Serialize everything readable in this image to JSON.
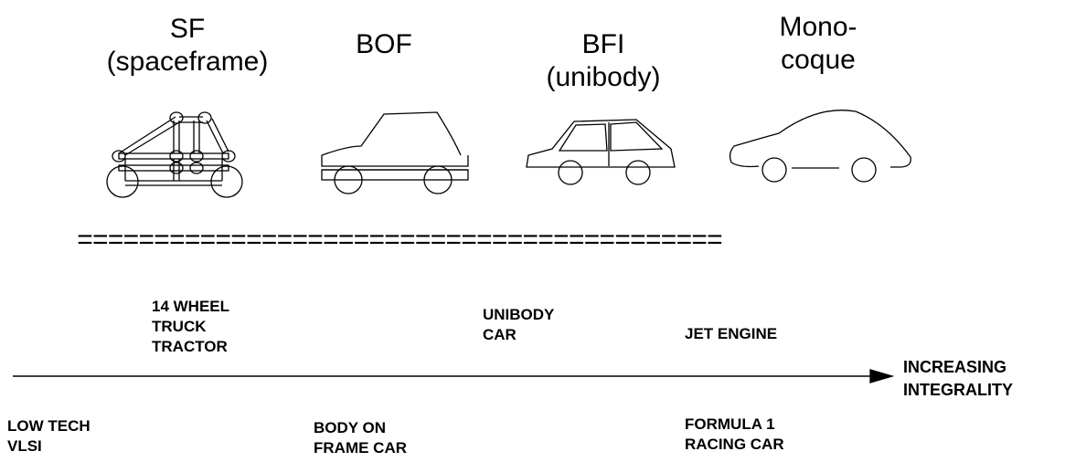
{
  "headers": {
    "sf": [
      "SF",
      "(spaceframe)"
    ],
    "bof": [
      "BOF"
    ],
    "bfi": [
      "BFI",
      "(unibody)"
    ],
    "mono": [
      "Mono-",
      "coque"
    ]
  },
  "separator": "==========================================",
  "axis_label": [
    "INCREASING",
    "INTEGRALITY"
  ],
  "labels_above": {
    "truck": [
      "14 WHEEL",
      "TRUCK",
      "TRACTOR"
    ],
    "unibody": [
      "UNIBODY",
      "CAR"
    ],
    "jet": [
      "JET ENGINE"
    ]
  },
  "labels_below": {
    "lowtech": [
      "LOW TECH",
      "VLSI"
    ],
    "bodyonframe": [
      "BODY ON",
      "FRAME CAR"
    ],
    "formula": [
      "FORMULA 1",
      "RACING CAR"
    ]
  }
}
